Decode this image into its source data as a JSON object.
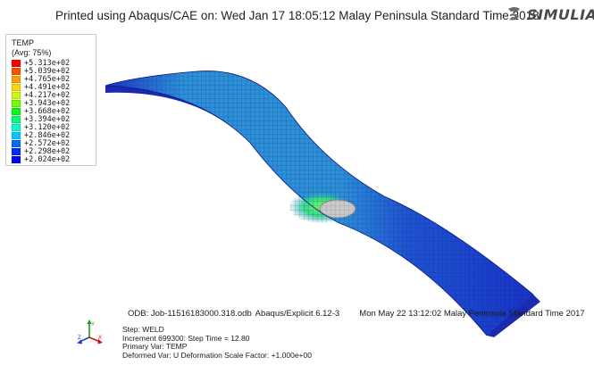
{
  "header": {
    "title": "Printed using Abaqus/CAE on: Wed Jan 17 18:05:12 Malay Peninsula Standard Time 2018",
    "brand": "SIMULIA",
    "brand_logo_icon": "3ds-logo-icon"
  },
  "legend": {
    "variable": "TEMP",
    "averaging": "(Avg: 75%)",
    "entries": [
      {
        "value": "+5.313e+02",
        "color": "#ff0000"
      },
      {
        "value": "+5.039e+02",
        "color": "#ff5000"
      },
      {
        "value": "+4.765e+02",
        "color": "#ff9f00"
      },
      {
        "value": "+4.491e+02",
        "color": "#ffd700"
      },
      {
        "value": "+4.217e+02",
        "color": "#c8ff00"
      },
      {
        "value": "+3.943e+02",
        "color": "#6eff00"
      },
      {
        "value": "+3.668e+02",
        "color": "#00ff14"
      },
      {
        "value": "+3.394e+02",
        "color": "#00ff7a"
      },
      {
        "value": "+3.120e+02",
        "color": "#00ffd2"
      },
      {
        "value": "+2.846e+02",
        "color": "#00c8ff"
      },
      {
        "value": "+2.572e+02",
        "color": "#006eff"
      },
      {
        "value": "+2.298e+02",
        "color": "#0028ff"
      },
      {
        "value": "+2.024e+02",
        "color": "#0000ff"
      }
    ]
  },
  "colors": {
    "cool_body": "#1f3fcf",
    "mid_body": "#2a7fd4",
    "heat_zone": "#3ed07a",
    "weld_bead": "#c8c8c8"
  },
  "odb_info": {
    "file": "ODB: Job-11516183000.318.odb",
    "solver": "Abaqus/Explicit 6.12-3",
    "timestamp": "Mon May 22 13:12:02 Malay Peninsula Standard Time 2017"
  },
  "step_info": {
    "step": "Step: WELD",
    "increment": "Increment     699300: Step Time =     12.80",
    "primary_var": "Primary Var: TEMP",
    "deformed_var": "Deformed Var: U   Deformation Scale Factor: +1.000e+00"
  },
  "triad": {
    "y_label": "Y",
    "z_label": "Z",
    "x_label": "X"
  }
}
